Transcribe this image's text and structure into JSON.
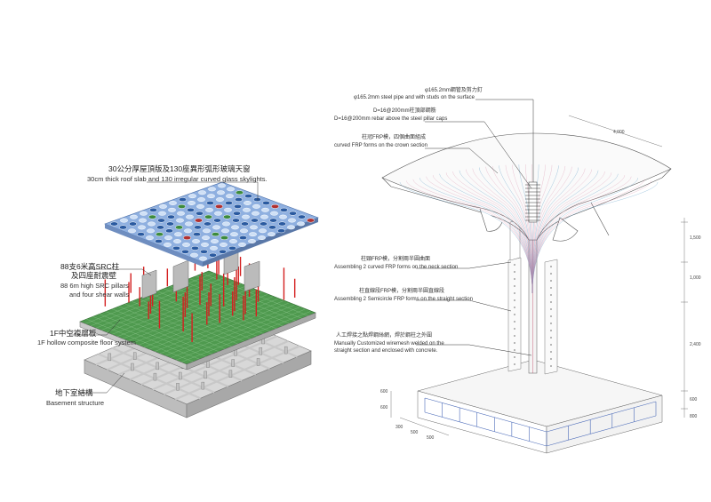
{
  "left": {
    "roof": {
      "zh": "30公分厚屋頂版及130座異形弧形玻璃天窗",
      "en": "30cm thick roof slab and 130 irregular curved glass skylights."
    },
    "pillars": {
      "zh1": "88支6米高SRC柱",
      "zh2": "及四座耐震壁",
      "en1": "88 6m high SRC pillars",
      "en2": "and four shear walls"
    },
    "floor": {
      "zh": "1F中空複層板",
      "en": "1F hollow composite floor system"
    },
    "basement": {
      "zh": "地下室結構",
      "en": "Basement structure"
    }
  },
  "right": {
    "pipe": {
      "zh": "φ165.2mm鋼管及剪力釘",
      "en": "φ165.2mm steel pipe and with studs on the surface"
    },
    "rebar": {
      "zh": "D=16@200mm柱頂部鋼筋",
      "en": "D=16@200mm rebar above the steel pillar caps"
    },
    "crown": {
      "zh": "柱冠FRP模，四個曲面組成",
      "en": "curved FRP forms on the crown section"
    },
    "neck": {
      "zh": "柱頸FRP模，分割兩半圓曲面",
      "en": "Assembling 2 curved FRP forms on the neck section"
    },
    "straight": {
      "zh": "柱直線段FRP模，分割兩半圓直線段",
      "en": "Assembling 2 Semicircle FRP forms on the straight section"
    },
    "mesh": {
      "zh": "人工焊接之點焊鋼絲網，焊於鋼柱之外圍",
      "en1": "Manually Customized wiremesh welded on the",
      "en2": "straight section and enclosed with concrete."
    },
    "dims": {
      "top": "4,000",
      "d1": "1,500",
      "d2": "1,000",
      "d3": "2,400",
      "d4": "600",
      "b1": "600",
      "b2": "600",
      "b3": "300",
      "b4": "500",
      "b5": "500",
      "b6": "800"
    }
  },
  "colors": {
    "roof_slab": "#8fb0e0",
    "skylight_dark": "#2a5aa0",
    "skylight_green": "#3c8a3c",
    "skylight_red": "#b03030",
    "pillar_red": "#d42020",
    "floor_green": "#4f9a4f",
    "basement_grey": "#b8b8b8",
    "frp_pink": "#d88aa8",
    "frp_blue": "#4a90c0",
    "leader_line": "#333333"
  }
}
